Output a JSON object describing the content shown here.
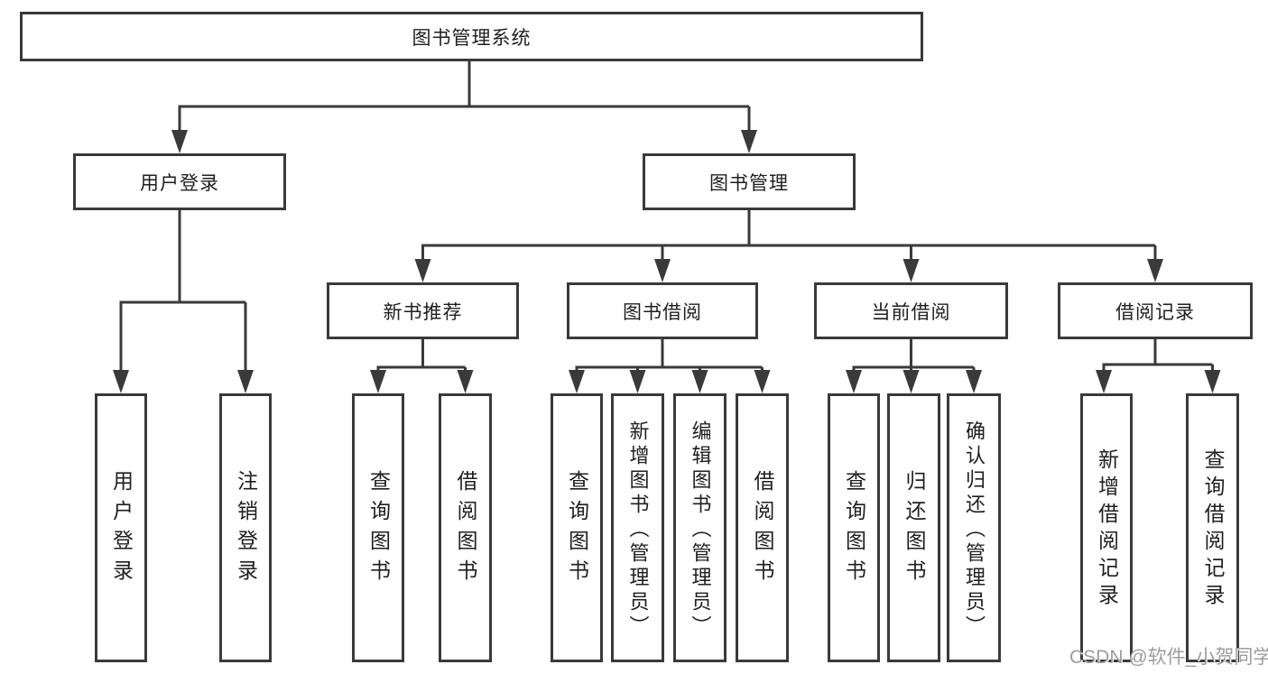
{
  "tree": {
    "root": {
      "label": "图书管理系统",
      "children": [
        {
          "label": "用户登录",
          "children": [
            {
              "label": "用户登录"
            },
            {
              "label": "注销登录"
            }
          ]
        },
        {
          "label": "图书管理",
          "children": [
            {
              "label": "新书推荐",
              "children": [
                {
                  "label": "查询图书"
                },
                {
                  "label": "借阅图书"
                }
              ]
            },
            {
              "label": "图书借阅",
              "children": [
                {
                  "label": "查询图书"
                },
                {
                  "label": "新增图书（管理员）"
                },
                {
                  "label": "编辑图书（管理员）"
                },
                {
                  "label": "借阅图书"
                }
              ]
            },
            {
              "label": "当前借阅",
              "children": [
                {
                  "label": "查询图书"
                },
                {
                  "label": "归还图书"
                },
                {
                  "label": "确认归还（管理员）"
                }
              ]
            },
            {
              "label": "借阅记录",
              "children": [
                {
                  "label": "新增借阅记录"
                },
                {
                  "label": "查询借阅记录"
                }
              ]
            }
          ]
        }
      ]
    }
  },
  "watermark": {
    "text": "CSDN @软件_小贺同学"
  },
  "colors": {
    "line": "#3a3a3a",
    "text": "#1f1f1f",
    "watermark": "#9d9d9d",
    "background": "#ffffff"
  }
}
